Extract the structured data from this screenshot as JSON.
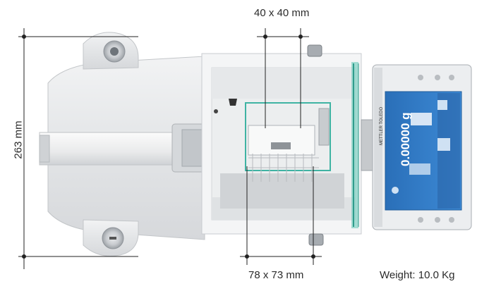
{
  "annotations": {
    "top_dimension": "40 x 40 mm",
    "bottom_dimension": "78 x 73 mm",
    "height_dimension": "263 mm",
    "weight": "Weight: 10.0 Kg"
  },
  "display": {
    "reading": "0.00000 g",
    "brand": "METTLER TOLEDO"
  },
  "colors": {
    "body": "#e6e8ea",
    "glass": "#3fb3a3",
    "screen": "#2f7fd0",
    "dimension_line": "#222222"
  }
}
